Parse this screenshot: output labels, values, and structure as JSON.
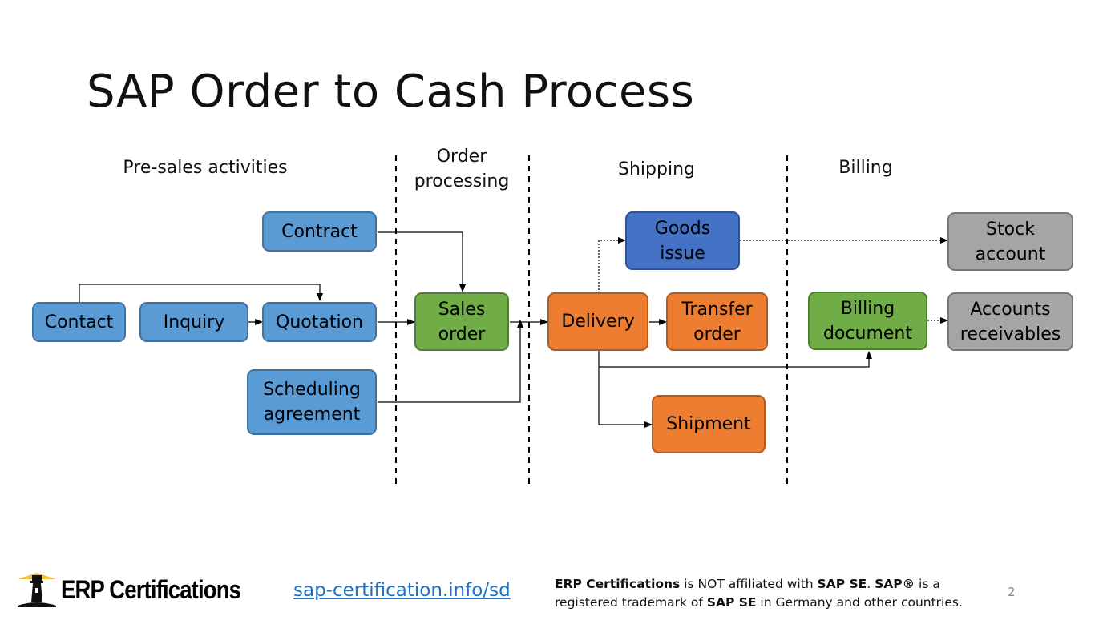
{
  "title": "SAP Order to Cash Process",
  "phases": {
    "presales": "Pre-sales activities",
    "order_processing_line1": "Order",
    "order_processing_line2": "processing",
    "shipping": "Shipping",
    "billing": "Billing"
  },
  "boxes": {
    "contract": "Contract",
    "contact": "Contact",
    "inquiry": "Inquiry",
    "quotation": "Quotation",
    "scheduling_line1": "Scheduling",
    "scheduling_line2": "agreement",
    "sales_line1": "Sales",
    "sales_line2": "order",
    "delivery": "Delivery",
    "goods_line1": "Goods",
    "goods_line2": "issue",
    "transfer_line1": "Transfer",
    "transfer_line2": "order",
    "shipment": "Shipment",
    "billing_doc_line1": "Billing",
    "billing_doc_line2": "document",
    "stock_line1": "Stock",
    "stock_line2": "account",
    "ar_line1": "Accounts",
    "ar_line2": "receivables"
  },
  "colors": {
    "presales": "#5b9bd5",
    "goods_issue": "#4472c4",
    "order": "#70ad47",
    "shipping": "#ed7d31",
    "accounting": "#a5a5a5",
    "link": "#1f6fc5"
  },
  "footer": {
    "logo_text": "ERP Certifications",
    "logo_icon": "lighthouse-icon",
    "link": "sap-certification.info/sd",
    "note_brand": "ERP Certifications",
    "note_part1": " is NOT affiliated with ",
    "note_sap_se": "SAP SE",
    "note_part2": ". ",
    "note_sap_reg": "SAP®",
    "note_part3": " is a registered trademark of ",
    "note_sap_se2": "SAP SE",
    "note_part4": " in Germany and other countries.",
    "page_number": "2"
  }
}
